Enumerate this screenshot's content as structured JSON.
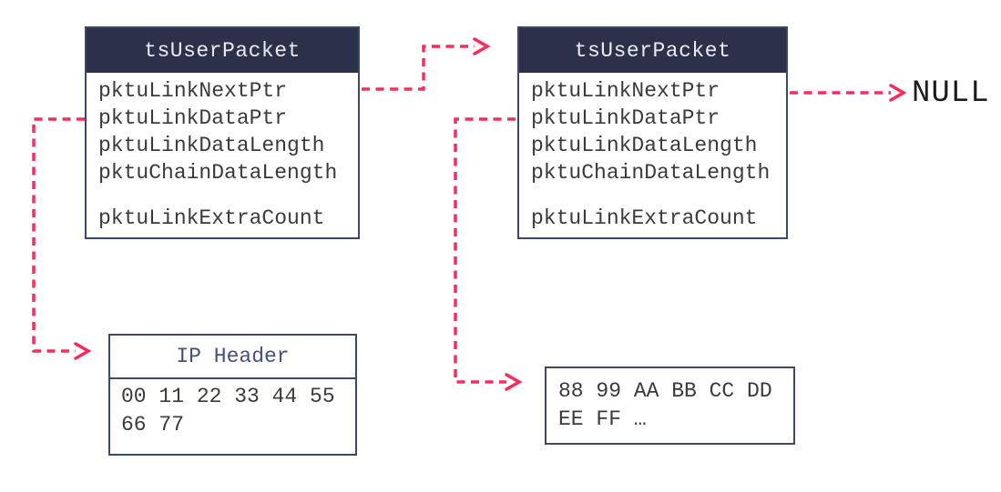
{
  "colors": {
    "header_bg": "#2b3149",
    "header_text": "#e9eaf1",
    "box_border": "#3e4767",
    "body_text": "#3a3a3a",
    "arrow": "#fb2b5c",
    "ip_title_text": "#44517a",
    "null_text": "#1c1c1c"
  },
  "packet_left": {
    "title": "tsUserPacket",
    "fields": [
      "pktuLinkNextPtr",
      "pktuLinkDataPtr",
      "pktuLinkDataLength",
      "pktuChainDataLength",
      "",
      "pktuLinkExtraCount"
    ]
  },
  "packet_right": {
    "title": "tsUserPacket",
    "fields": [
      "pktuLinkNextPtr",
      "pktuLinkDataPtr",
      "pktuLinkDataLength",
      "pktuChainDataLength",
      "",
      "pktuLinkExtraCount"
    ]
  },
  "ip_box": {
    "title": "IP Header",
    "lines": [
      "00 11 22 33 44 55",
      "66 77"
    ]
  },
  "data_box": {
    "lines": [
      "88 99 AA BB CC DD",
      "EE FF …"
    ]
  },
  "null_label": "NULL"
}
